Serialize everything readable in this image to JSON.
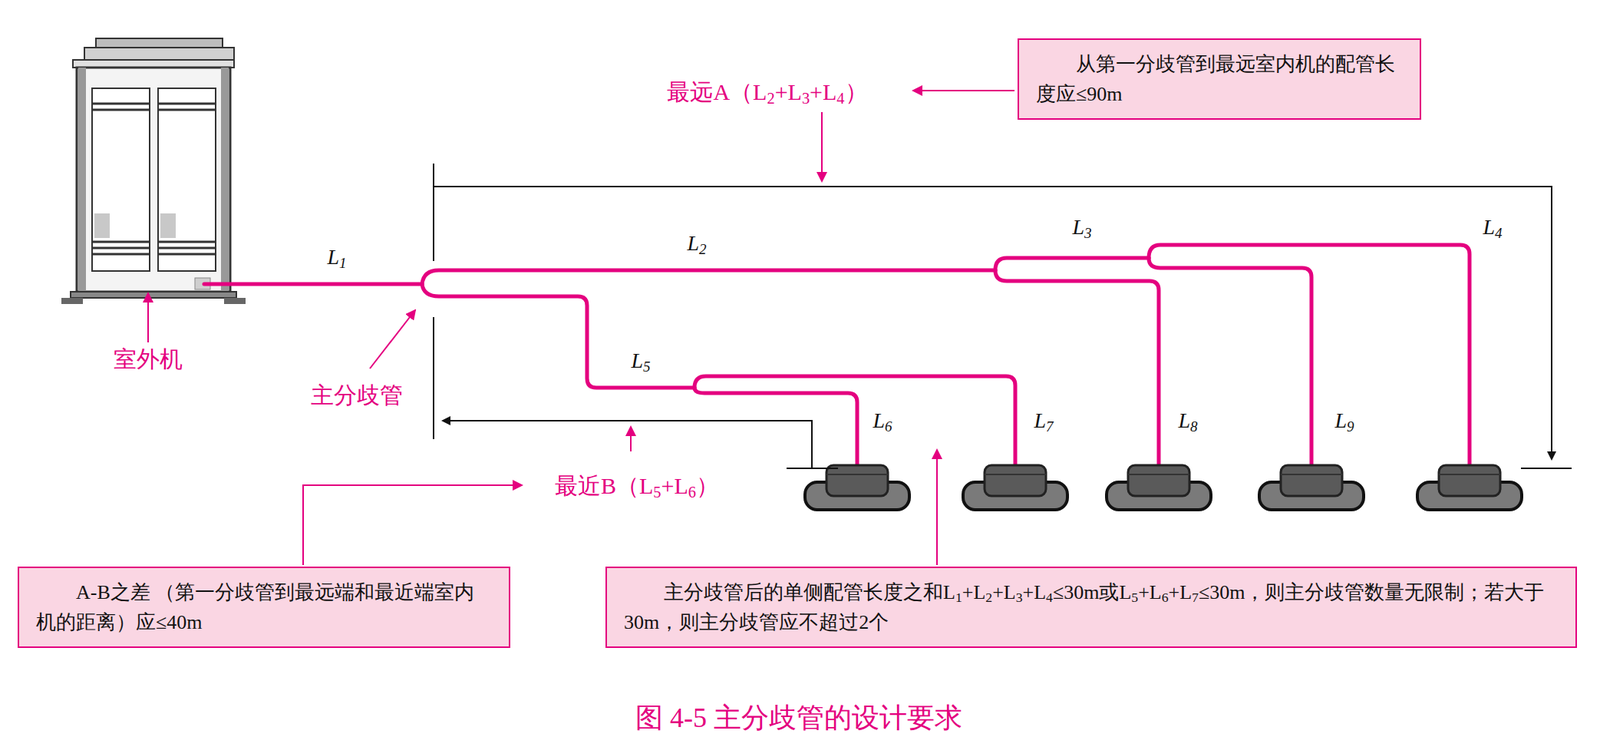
{
  "diagram": {
    "caption": "图 4-5 主分歧管的设计要求",
    "nodes": [
      {
        "text": [
          "从第一分歧管到最远室内机的配管长度应≤90m"
        ]
      },
      {
        "text": [
          "A-B之差 （第一分歧管到最远端和最近端室内机的距离）应≤40m"
        ]
      },
      {
        "text": [
          "主分歧管后的单侧配管长度之和L1+L2+L3+L4≤30m或L5+L6+L7≤30m，则主分歧管数量无限制；若大于30m，则主分歧管应不超过2个"
        ]
      }
    ],
    "labels": [
      "最远A（L2+L3+L4）",
      "室外机",
      "主分歧管",
      "L1",
      "L2",
      "L3",
      "L4",
      "L5",
      "L6",
      "L7",
      "L8",
      "L9",
      "最近B（L5+L6）"
    ]
  }
}
